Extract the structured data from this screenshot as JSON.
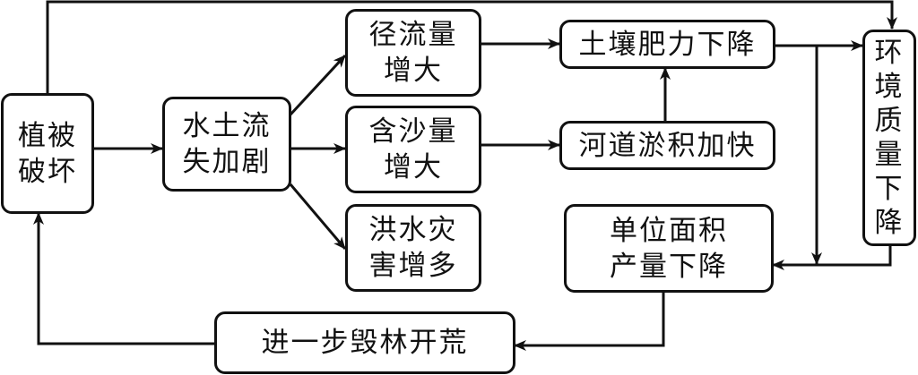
{
  "diagram": {
    "type": "flowchart",
    "nodes": {
      "vegetation": "植被\n破坏",
      "erosion": "水土流\n失加剧",
      "runoff": "径流量\n增大",
      "sediment": "含沙量\n增大",
      "flood": "洪水灾\n害增多",
      "soil_fertility": "土壤肥力下降",
      "siltation": "河道淤积加快",
      "yield": "单位面积\n产量下降",
      "environment": "环\n境\n质\n量\n下\n降",
      "deforestation": "进一步毁林开荒"
    },
    "edges": [
      {
        "from": "vegetation",
        "to": "erosion"
      },
      {
        "from": "vegetation",
        "to": "environment"
      },
      {
        "from": "erosion",
        "to": "runoff"
      },
      {
        "from": "erosion",
        "to": "sediment"
      },
      {
        "from": "erosion",
        "to": "flood"
      },
      {
        "from": "runoff",
        "to": "soil_fertility"
      },
      {
        "from": "sediment",
        "to": "siltation"
      },
      {
        "from": "siltation",
        "to": "soil_fertility"
      },
      {
        "from": "soil_fertility",
        "to": "environment"
      },
      {
        "from": "soil_fertility",
        "to": "yield"
      },
      {
        "from": "environment",
        "to": "yield"
      },
      {
        "from": "yield",
        "to": "deforestation"
      },
      {
        "from": "deforestation",
        "to": "vegetation"
      }
    ]
  }
}
